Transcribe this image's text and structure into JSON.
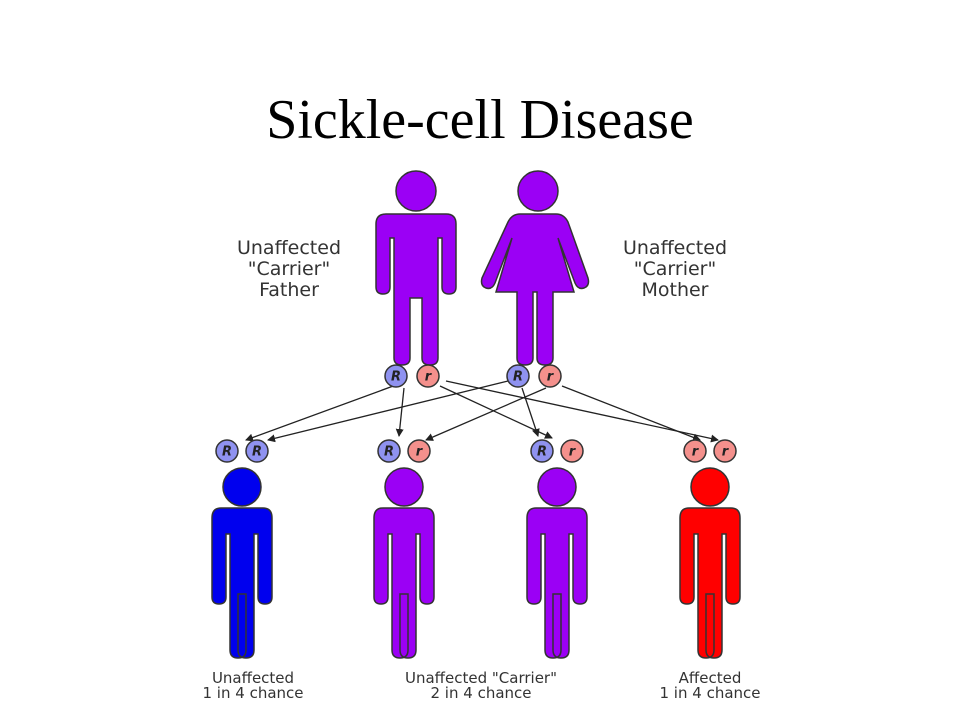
{
  "title": "Sickle-cell Disease",
  "colors": {
    "carrier": "#9b00f5",
    "unaffected": "#0000ee",
    "affected": "#ff0000",
    "dominant_allele": "#8f92f0",
    "recessive_allele": "#f4908c",
    "outline": "#333333"
  },
  "parents": {
    "father": {
      "label": [
        "Unaffected",
        "\"Carrier\"",
        "Father"
      ],
      "alleles": [
        "R",
        "r"
      ]
    },
    "mother": {
      "label": [
        "Unaffected",
        "\"Carrier\"",
        "Mother"
      ],
      "alleles": [
        "R",
        "r"
      ]
    }
  },
  "children": [
    {
      "alleles": [
        "R",
        "R"
      ],
      "status": "unaffected"
    },
    {
      "alleles": [
        "R",
        "r"
      ],
      "status": "carrier"
    },
    {
      "alleles": [
        "R",
        "r"
      ],
      "status": "carrier"
    },
    {
      "alleles": [
        "r",
        "r"
      ],
      "status": "affected"
    }
  ],
  "outcome_labels": [
    {
      "lines": [
        "Unaffected",
        "1 in 4 chance"
      ]
    },
    {
      "lines": [
        "Unaffected \"Carrier\"",
        "2 in 4 chance"
      ]
    },
    {
      "lines": [
        "Affected",
        "1 in 4 chance"
      ]
    }
  ]
}
